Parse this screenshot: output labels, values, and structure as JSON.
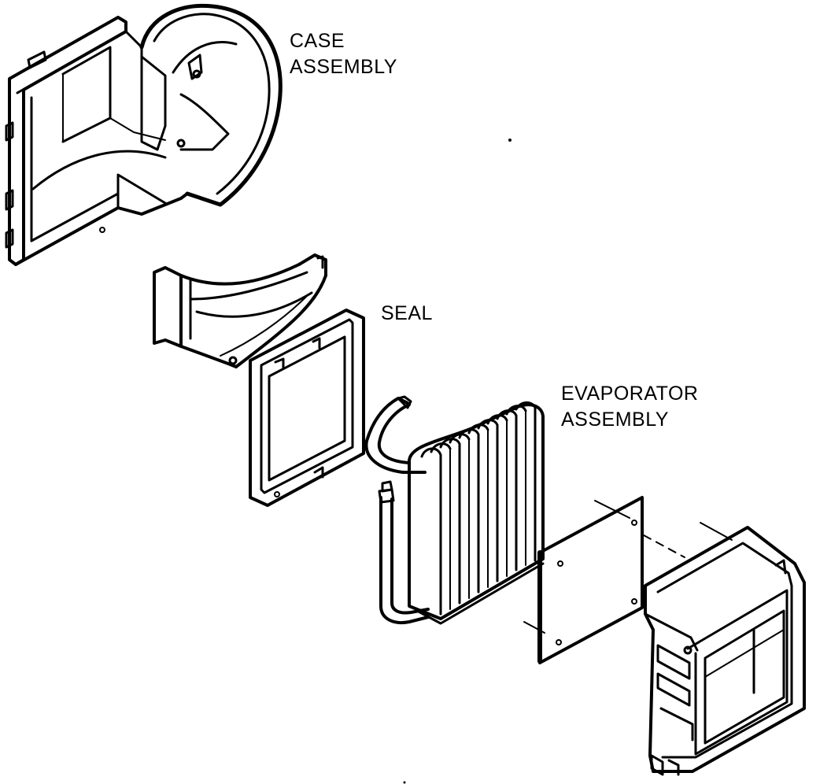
{
  "labels": {
    "case_assembly": {
      "line1": "CASE",
      "line2": "ASSEMBLY"
    },
    "seal": "SEAL",
    "evaporator_assembly": {
      "line1": "EVAPORATOR",
      "line2": "ASSEMBLY"
    }
  },
  "colors": {
    "ink": "#000000",
    "paper": "#ffffff"
  }
}
